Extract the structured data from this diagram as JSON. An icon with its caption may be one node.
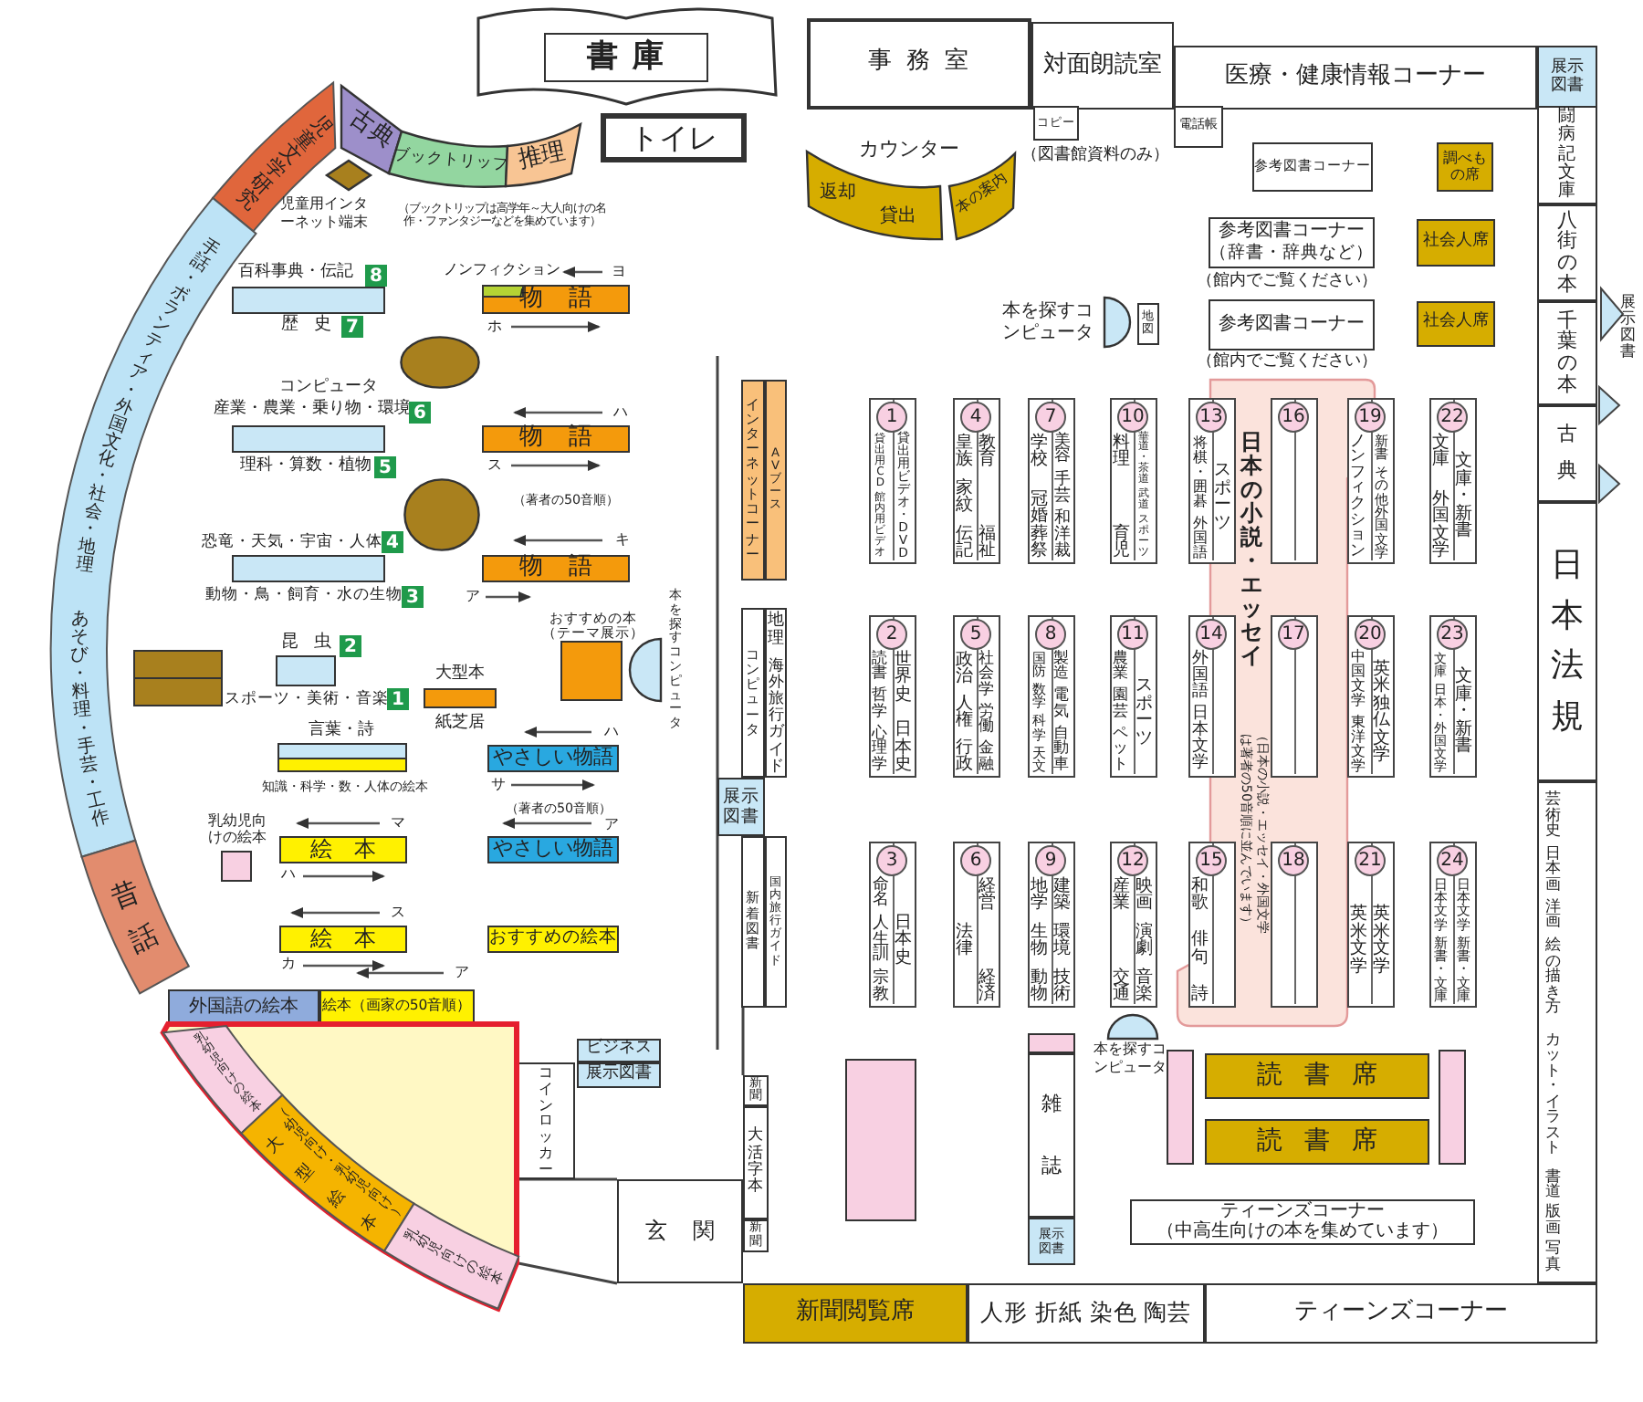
{
  "diagram": {
    "nodes": [
      {
        "text": [
          "書庫"
        ]
      },
      {
        "text": [
          "トイレ"
        ]
      },
      {
        "text": [
          "事務室"
        ]
      },
      {
        "text": [
          "対面朗読室"
        ]
      },
      {
        "text": [
          "医療・健康情報コーナー"
        ]
      },
      {
        "text": [
          "展示図書"
        ]
      },
      {
        "text": [
          "コピー"
        ],
        "beside": [
          "（図書館資料のみ）"
        ]
      },
      {
        "text": [
          "電話帳"
        ]
      },
      {
        "text": [
          "返却",
          "貸出"
        ]
      },
      {
        "text": [
          "本の案内"
        ]
      },
      {
        "text": [
          "参考図書コーナー"
        ]
      },
      {
        "text": [
          "調べもの席"
        ]
      },
      {
        "text": [
          "参考図書コーナー",
          "（辞書・辞典など）"
        ],
        "beside": [
          "（館内でご覧ください）"
        ]
      },
      {
        "text": [
          "社会人席"
        ]
      },
      {
        "text": [
          "参考図書コーナー"
        ],
        "beside": [
          "（館内でご覧ください）"
        ]
      },
      {
        "text": [
          "社会人席"
        ]
      },
      {
        "text": [],
        "shape": "semicircle",
        "beside": [
          "本を探すコンピュータ"
        ]
      },
      {
        "text": [
          "地図"
        ]
      },
      {
        "text": [
          "闘病記文庫"
        ]
      },
      {
        "text": [
          "八街の本"
        ]
      },
      {
        "text": [
          "千葉の本"
        ]
      },
      {
        "text": [
          "古典"
        ]
      },
      {
        "text": [
          "日本法規"
        ]
      },
      {
        "text": [
          "芸術史",
          "日本画",
          "洋画",
          "絵の描き方",
          "カット・イラスト",
          "書道",
          "版画",
          "写真"
        ]
      },
      {
        "text": [
          "展示図書"
        ]
      },
      {
        "text": [
          "インターネットコーナー"
        ]
      },
      {
        "text": [
          "AVブース"
        ]
      },
      {
        "text": [
          "コンピュータ"
        ]
      },
      {
        "text": [
          "地理",
          "海外旅行ガイド"
        ]
      },
      {
        "text": [
          "展示図書"
        ]
      },
      {
        "text": [
          "新着図書"
        ]
      },
      {
        "text": [
          "国内旅行ガイド"
        ]
      },
      {
        "text": [
          "日本の小説・エッセイ",
          "（日本の小説・エッセイ・外国文学は著者の50音順に並んでいます）"
        ]
      },
      {
        "text": [
          "1",
          "貸出用CD",
          "館内用ビデオ",
          "貸出用ビデオ・DVD"
        ]
      },
      {
        "text": [
          "2",
          "読書",
          "哲学",
          "心理学",
          "世界史",
          "日本史"
        ]
      },
      {
        "text": [
          "3",
          "命名",
          "人生訓",
          "宗教",
          "日本史"
        ]
      },
      {
        "text": [
          "4",
          "皇族",
          "家紋",
          "伝記",
          "教育",
          "福祉"
        ]
      },
      {
        "text": [
          "5",
          "政治",
          "人権",
          "行政",
          "社会学",
          "労働",
          "金融"
        ]
      },
      {
        "text": [
          "6",
          "法律",
          "経営",
          "経済"
        ]
      },
      {
        "text": [
          "7",
          "学校",
          "冠婚葬祭",
          "美容",
          "手芸",
          "和洋裁"
        ]
      },
      {
        "text": [
          "8",
          "国防",
          "数学",
          "科学",
          "天文",
          "製造",
          "電気",
          "自動車"
        ]
      },
      {
        "text": [
          "9",
          "地学",
          "生物",
          "動物",
          "建築",
          "環境",
          "技術"
        ]
      },
      {
        "text": [
          "10",
          "料理",
          "育児",
          "華道・茶道",
          "武道",
          "スポーツ"
        ]
      },
      {
        "text": [
          "11",
          "農業",
          "園芸",
          "ペット",
          "スポーツ"
        ]
      },
      {
        "text": [
          "12",
          "産業",
          "交通",
          "映画",
          "演劇",
          "音楽"
        ]
      },
      {
        "text": [
          "13",
          "将棋・囲碁",
          "外国語",
          "スポーツ"
        ],
        "in": 32
      },
      {
        "text": [
          "14",
          "外国語",
          "日本文学"
        ],
        "in": 32
      },
      {
        "text": [
          "15",
          "和歌",
          "俳句",
          "詩"
        ],
        "in": 32
      },
      {
        "text": [
          "16"
        ],
        "in": 32
      },
      {
        "text": [
          "17"
        ],
        "in": 32
      },
      {
        "text": [
          "18"
        ],
        "in": 32
      },
      {
        "text": [
          "19",
          "ノンフィクション",
          "新書",
          "その他外国文学"
        ]
      },
      {
        "text": [
          "20",
          "中国文学",
          "東洋文学",
          "英米独仏文学"
        ]
      },
      {
        "text": [
          "21",
          "英米文学",
          "英米文学"
        ]
      },
      {
        "text": [
          "22",
          "文庫",
          "外国文学",
          "文庫・新書"
        ]
      },
      {
        "text": [
          "23",
          "文庫",
          "日本・外国文学",
          "文庫・新書"
        ]
      },
      {
        "text": [
          "24",
          "日本文学",
          "新書・文庫",
          "日本文学",
          "新書・文庫"
        ]
      },
      {
        "text": [],
        "shape": "semicircle",
        "beside": [
          "本を探すコンピュータ"
        ]
      },
      {
        "text": [],
        "shape": "box"
      },
      {
        "text": [
          "雑誌"
        ]
      },
      {
        "text": [
          "展示図書"
        ]
      },
      {
        "text": [],
        "shape": "box"
      },
      {
        "text": [],
        "shape": "bar"
      },
      {
        "text": [
          "読書席"
        ]
      },
      {
        "text": [
          "読書席"
        ]
      },
      {
        "text": [],
        "shape": "bar"
      },
      {
        "text": [
          "ティーンズコーナー",
          "（中高生向けの本を集めています）"
        ]
      },
      {
        "text": [
          "新聞"
        ]
      },
      {
        "text": [
          "大活字本"
        ]
      },
      {
        "text": [
          "新聞"
        ]
      },
      {
        "text": [
          "新聞閲覧席"
        ]
      },
      {
        "text": [
          "人形 折紙 染色 陶芸"
        ]
      },
      {
        "text": [
          "ティーンズコーナー"
        ]
      },
      {
        "text": [
          "玄関"
        ]
      },
      {
        "text": [
          "コインロッカー"
        ]
      },
      {
        "text": [
          "ビジネス"
        ]
      },
      {
        "text": [
          "展示図書"
        ]
      },
      {
        "text": [
          "児童文学研究"
        ]
      },
      {
        "text": [
          "古典"
        ]
      },
      {
        "text": [
          "ブックトリップ"
        ]
      },
      {
        "text": [
          "推理"
        ]
      },
      {
        "text": [
          "手話・ボランティア・外国文化・社会・地理",
          "あそび・料理・手芸・工作"
        ]
      },
      {
        "text": [
          "昔話"
        ]
      },
      {
        "text": [
          "外国語の絵本"
        ]
      },
      {
        "text": [
          "絵本（画家の50音順）"
        ]
      },
      {
        "text": [],
        "shape": "triangle"
      },
      {
        "text": [
          "乳幼児向けの絵本"
        ],
        "in": 85
      },
      {
        "text": [
          "大型絵本",
          "（幼児向け・乳幼児向け）"
        ],
        "in": 85
      },
      {
        "text": [
          "乳幼児向けの絵本"
        ],
        "in": 85
      },
      {
        "text": [],
        "shape": "diamond",
        "beside": [
          "児童用インターネット端末"
        ]
      },
      {
        "text": [],
        "shape": "bar",
        "beside": [
          "百科事典・伝記",
          "歴史"
        ]
      },
      {
        "text": [
          "物語"
        ]
      },
      {
        "text": [],
        "shape": "circle"
      },
      {
        "text": [],
        "shape": "bar",
        "beside": [
          "コンピュータ",
          "産業・農業・乗り物・環境",
          "理科・算数・植物"
        ]
      },
      {
        "text": [
          "物語"
        ]
      },
      {
        "text": [],
        "shape": "circle"
      },
      {
        "text": [],
        "shape": "bar",
        "beside": [
          "恐竜・天気・宇宙・人体",
          "動物・鳥・飼育・水の生物"
        ]
      },
      {
        "text": [
          "物語"
        ]
      },
      {
        "text": [],
        "shape": "box"
      },
      {
        "text": [],
        "shape": "bar",
        "beside": [
          "昆虫",
          "スポーツ・美術・音楽"
        ]
      },
      {
        "text": [],
        "shape": "bar",
        "beside": [
          "大型本",
          "紙芝居"
        ]
      },
      {
        "text": [],
        "shape": "box",
        "beside": [
          "おすすめの本",
          "（テーマ展示）"
        ]
      },
      {
        "text": [],
        "shape": "semicircle",
        "beside": [
          "本を探すコンピュータ"
        ]
      },
      {
        "text": [],
        "shape": "bar",
        "beside": [
          "言葉・詩",
          "知識・科学・数・人体の絵本"
        ]
      },
      {
        "text": [
          "やさしい物語"
        ]
      },
      {
        "text": [],
        "shape": "box",
        "beside": [
          "乳幼児向けの絵本"
        ]
      },
      {
        "text": [
          "絵本"
        ]
      },
      {
        "text": [
          "やさしい物語"
        ]
      },
      {
        "text": [
          "絵本"
        ]
      },
      {
        "text": [
          "おすすめの絵本"
        ]
      }
    ],
    "labels": [
      "カウンター",
      "（ブックトリップは高学年～大人向けの名作・ファンタジーなどを集めています）",
      "8",
      "7",
      "6",
      "5",
      "4",
      "3",
      "2",
      "1",
      "ノンフィクション",
      "ヨ",
      "ホ",
      "ハ",
      "ス",
      "（著者の50音順）",
      "キ",
      "ア",
      "ハ",
      "サ",
      "（著者の50音順）",
      "ア",
      "マ",
      "ハ",
      "ス",
      "カ",
      "ア"
    ]
  }
}
